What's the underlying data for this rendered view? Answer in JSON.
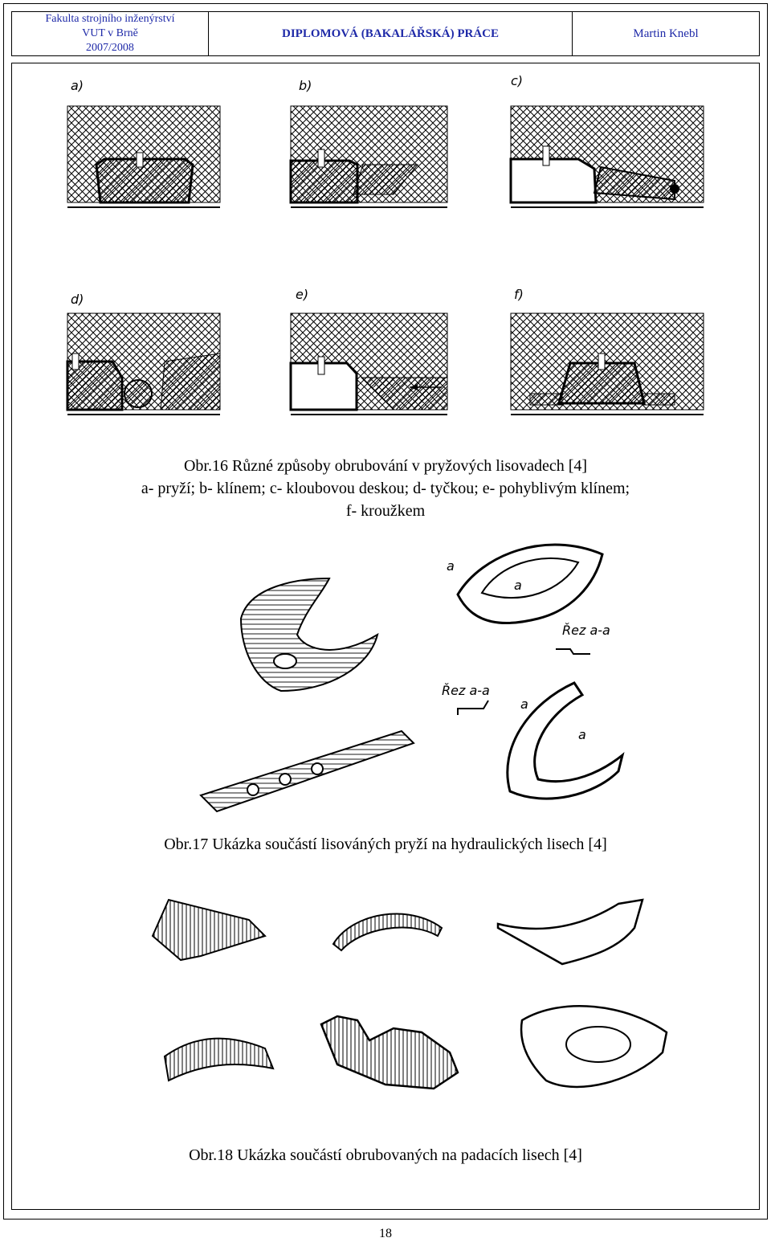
{
  "header": {
    "institution_line1": "Fakulta strojního inženýrství",
    "institution_line2": "VUT v Brně",
    "year": "2007/2008",
    "document_type": "DIPLOMOVÁ (BAKALÁŘSKÁ) PRÁCE",
    "author": "Martin Knebl"
  },
  "figure16": {
    "panels": [
      "a)",
      "b)",
      "c)",
      "d)",
      "e)",
      "f)"
    ],
    "caption_line1": "Obr.16 Různé způsoby obrubování v pryžových lisovadech [4]",
    "caption_line2": "a-   pryží; b- klínem; c- kloubovou deskou; d- tyčkou; e- pohyblivým klínem;",
    "caption_line3": "f- kroužkem"
  },
  "figure17": {
    "labels": {
      "a1": "a",
      "a2": "a",
      "rez1": "Řez  a-a",
      "rez2": "Řez  a-a",
      "a3": "a",
      "a4": "a"
    },
    "caption": "Obr.17 Ukázka součástí lisováných pryží  na hydraulických lisech [4]"
  },
  "figure18": {
    "caption": "Obr.18 Ukázka součástí obrubovaných na padacích lisech [4]"
  },
  "page_number": "18"
}
